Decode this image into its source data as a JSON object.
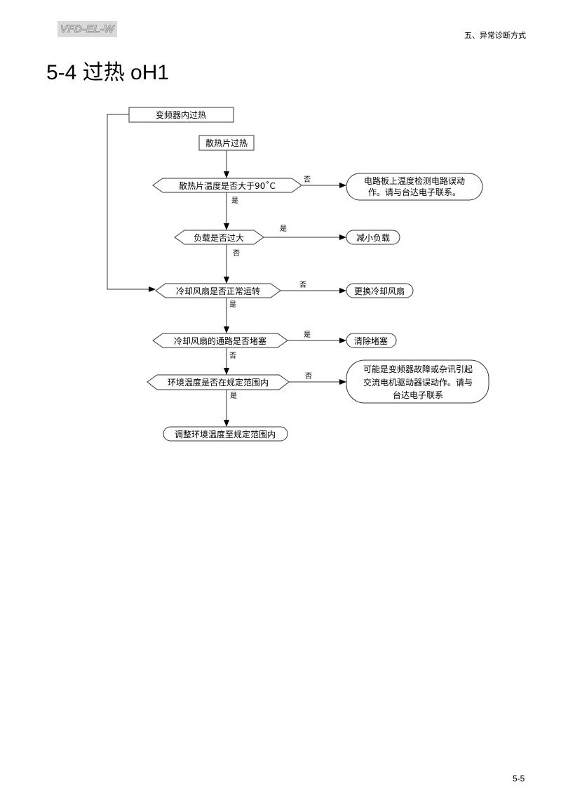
{
  "header": {
    "logo": "VFD-EL-W",
    "chapter": "五、异常诊断方式"
  },
  "title": "5-4  过热 oH1",
  "flowchart": {
    "start_inner": "变频器内过热",
    "start_heatsink": "散热片过热",
    "decisions": [
      {
        "text": "散热片温度是否大于90˚C",
        "side_label": "否",
        "down_label": "是",
        "result": [
          "电路板上温度检测电路误动",
          "作。请与台达电子联系。"
        ]
      },
      {
        "text": "负载是否过大",
        "side_label": "是",
        "down_label": "否",
        "result": [
          "减小负载"
        ]
      },
      {
        "text": "冷却风扇是否正常运转",
        "side_label": "否",
        "down_label": "是",
        "result": [
          "更换冷却风扇"
        ]
      },
      {
        "text": "冷却风扇的通路是否堵塞",
        "side_label": "是",
        "down_label": "否",
        "result": [
          "清除堵塞"
        ]
      },
      {
        "text": "环境温度是否在规定范围内",
        "side_label": "否",
        "down_label": "是",
        "result": [
          "可能是变频器故障或杂讯引起",
          "交流电机驱动器误动作。请与",
          "台达电子联系"
        ]
      }
    ],
    "final": "调整环境温度至规定范围内"
  },
  "footer": {
    "page": "5-5"
  }
}
